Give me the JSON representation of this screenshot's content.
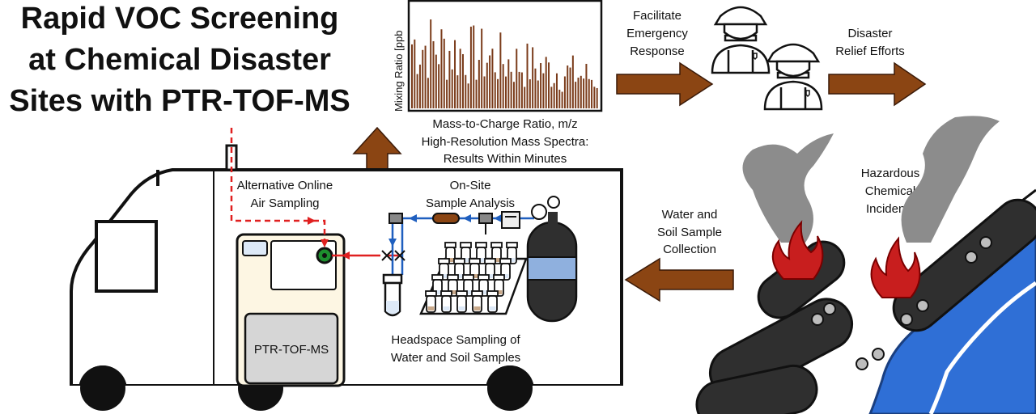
{
  "title": {
    "line1": "Rapid VOC Screening",
    "line2": "at Chemical Disaster",
    "line3": "Sites with PTR-TOF-MS"
  },
  "spectrum": {
    "ylabel": "Mixing Ratio [ppb",
    "xlabel": "Mass-to-Charge Ratio, m/z",
    "caption_line1": "High-Resolution Mass Spectra:",
    "caption_line2": "Results Within Minutes",
    "bar_color": "#7a3b1a"
  },
  "labels": {
    "emergency_line1": "Facilitate",
    "emergency_line2": "Emergency",
    "emergency_line3": "Response",
    "relief_line1": "Disaster",
    "relief_line2": "Relief Efforts",
    "hazard_line1": "Hazardous",
    "hazard_line2": "Chemical",
    "hazard_line3": "Incidents",
    "water_line1": "Water and",
    "water_line2": "Soil Sample",
    "water_line3": "Collection",
    "online_line1": "Alternative Online",
    "online_line2": "Air Sampling",
    "onsite_line1": "On-Site",
    "onsite_line2": "Sample Analysis",
    "headspace_line1": "Headspace Sampling of",
    "headspace_line2": "Water and Soil Samples",
    "instrument": "PTR-TOF-MS"
  },
  "colors": {
    "arrow": "#8b4513",
    "flow_air": "#e02020",
    "flow_carrier": "#1f5fbf",
    "smoke": "#8c8c8c",
    "fire": "#c81e1e",
    "water": "#2f6fd6",
    "tank": "#2f2f2f",
    "tank_band": "#8fb0de"
  }
}
